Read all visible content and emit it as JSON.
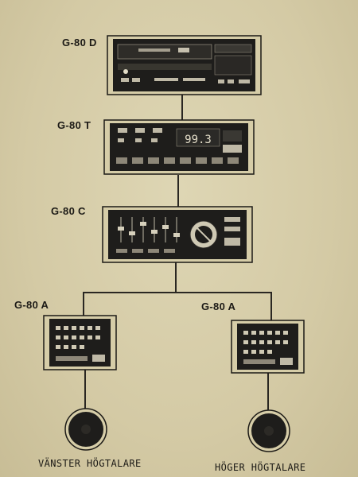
{
  "components": {
    "deck_label": "G-80 D",
    "tuner_label": "G-80 T",
    "control_label": "G-80 C",
    "amp_left_label": "G-80 A",
    "amp_right_label": "G-80 A",
    "tuner_display": "99.3"
  },
  "speakers": {
    "left_caption": "VÄNSTER HÖGTALARE",
    "right_caption": "HÖGER HÖGTALARE"
  },
  "colors": {
    "paper": "#d9d0ac",
    "ink": "#1c1a16",
    "unit_body": "#1e1d1b"
  }
}
